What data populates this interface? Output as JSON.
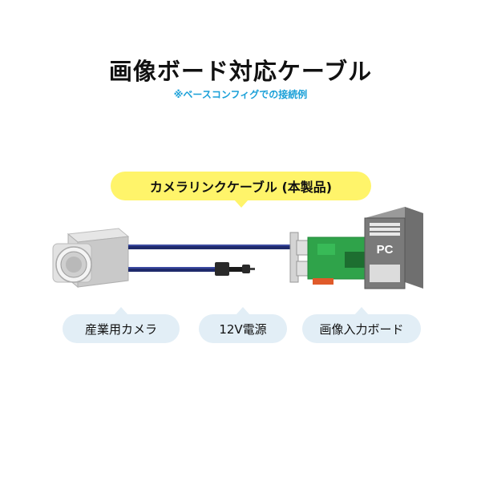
{
  "title": "画像ボード対応ケーブル",
  "subtitle": "※ベースコンフィグでの接続例",
  "callout": "カメラリンクケーブル (本製品)",
  "labels": {
    "camera": "産業用カメラ",
    "power": "12V電源",
    "board": "画像入力ボード"
  },
  "pc_label": "PC",
  "colors": {
    "cable": "#1f2a6b",
    "callout_bg": "#fff46a",
    "label_bg": "#e2eef6",
    "board_green": "#2fa34a",
    "subtitle_blue": "#1aa0d8"
  }
}
